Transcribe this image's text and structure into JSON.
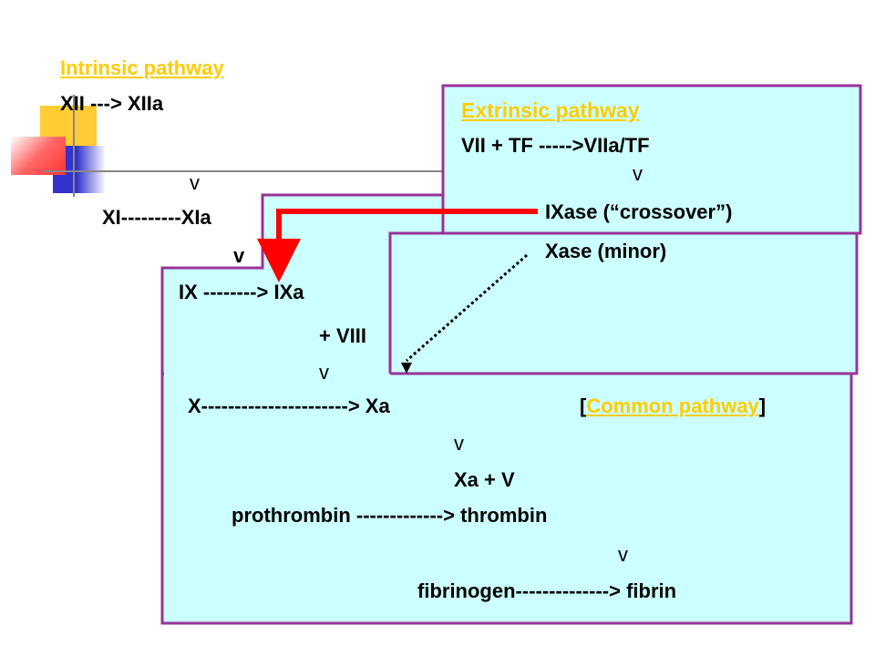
{
  "colors": {
    "panel_fill": "#CCFFFF",
    "panel_border": "#993399",
    "link_color": "#FFCC00",
    "crossover_arrow": "#FF0000",
    "deco_yellow": "#FFCC33",
    "deco_blue": "#3333CC",
    "deco_red": "#FF3333"
  },
  "intrinsic": {
    "title": "Intrinsic pathway",
    "step1": "XII ---> XIIa",
    "arrow1": "v",
    "step2": "XI---------XIa",
    "arrow2": "v",
    "step3": "IX --------> IXa",
    "cofactor": "+ VIII",
    "arrow3": "v"
  },
  "extrinsic": {
    "title": "Extrinsic pathway",
    "step1": "VII + TF ----->VIIa/TF",
    "arrow1": "v",
    "line2": "IXase (“crossover”)",
    "line3": "Xase (minor)"
  },
  "common": {
    "bracket_open": "[",
    "title": "Common pathway",
    "bracket_close": "]",
    "step1": "X----------------------> Xa",
    "arrow1": "v",
    "step2": "Xa + V",
    "step3": "prothrombin -------------> thrombin",
    "arrow2": "v",
    "step4": "fibrinogen--------------> fibrin"
  }
}
